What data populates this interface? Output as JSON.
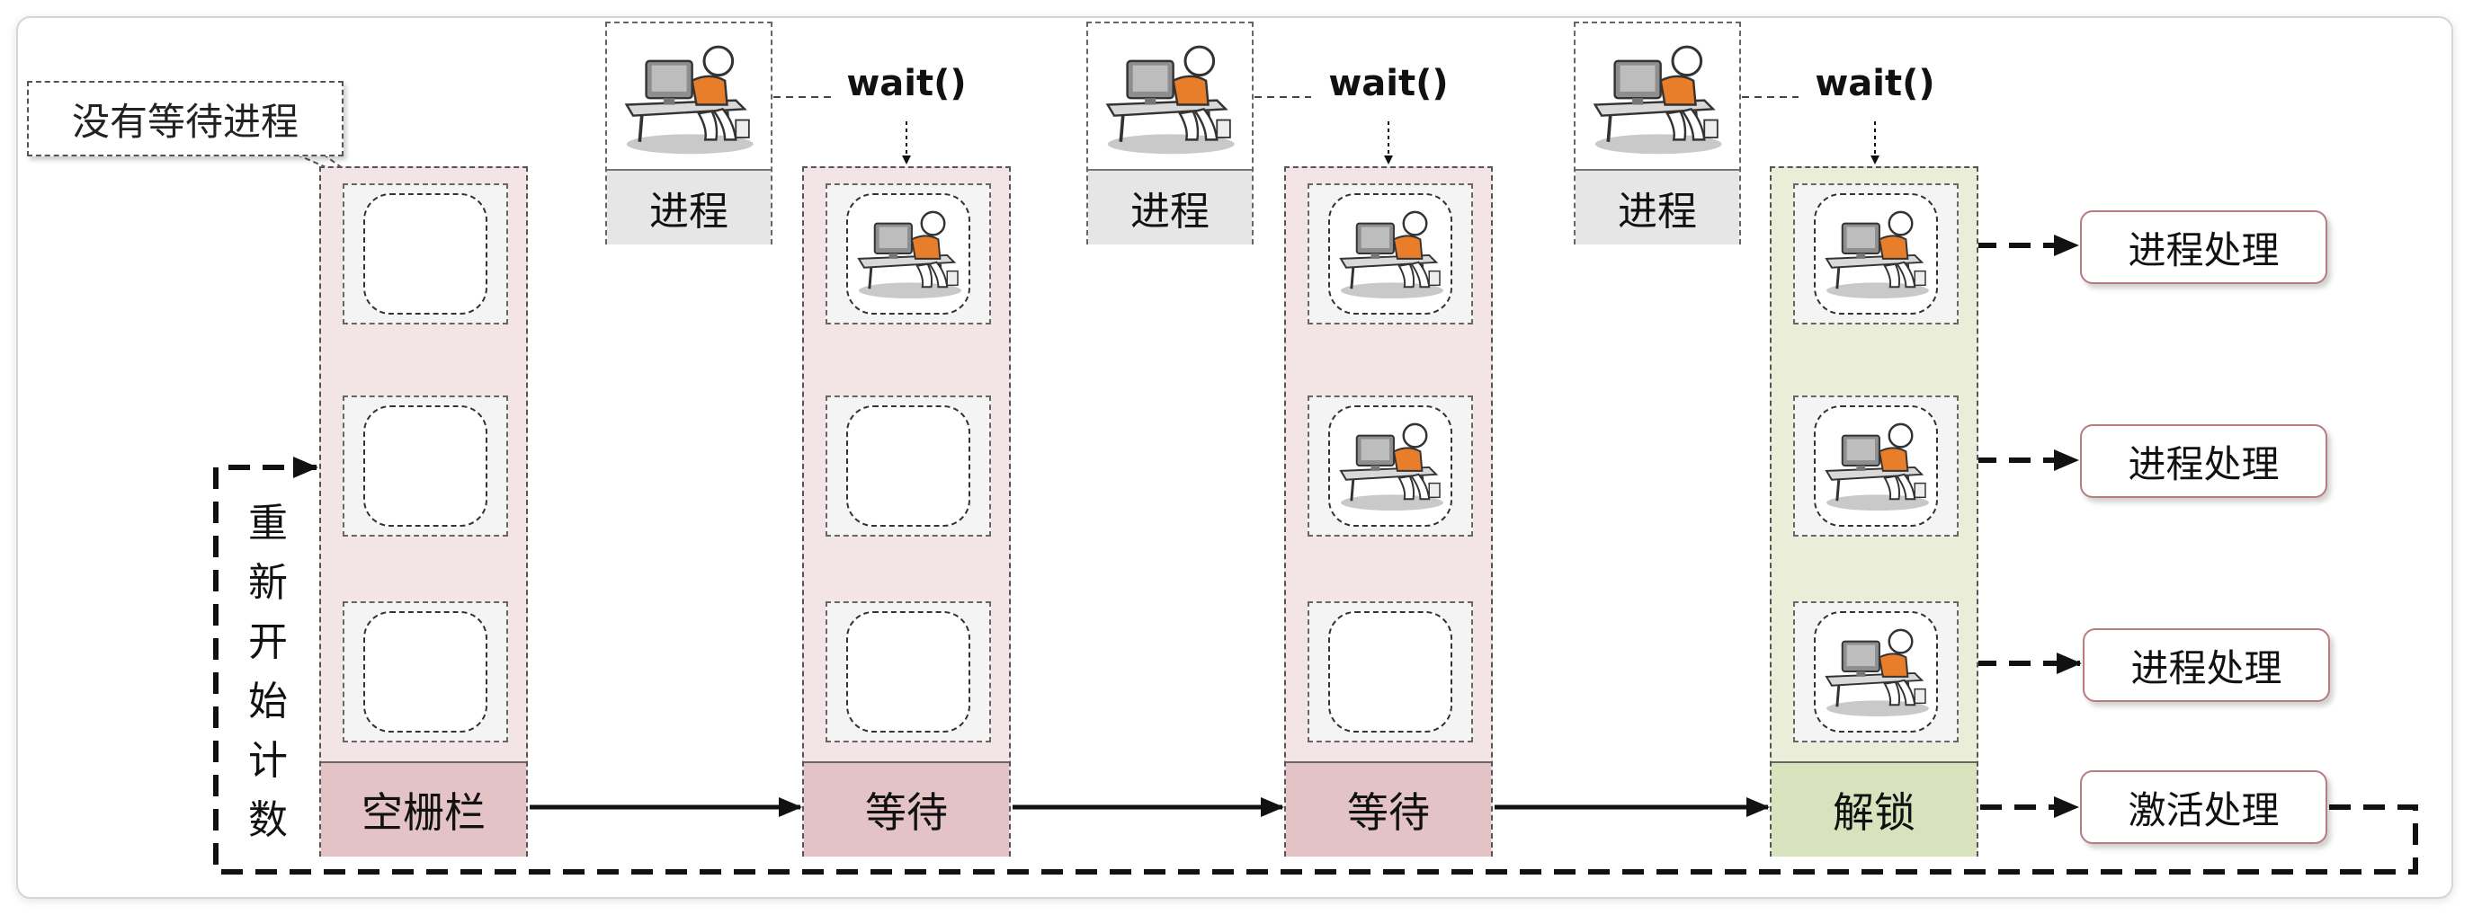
{
  "note": {
    "text": "没有等待进程"
  },
  "restart_label": [
    "重",
    "新",
    "开",
    "始",
    "计",
    "数"
  ],
  "process_label": "进程",
  "wait_label": "wait()",
  "columns": [
    {
      "label": "空栅栏",
      "slots": [
        "empty",
        "empty",
        "empty"
      ]
    },
    {
      "label": "等待",
      "slots": [
        "process",
        "empty",
        "empty"
      ]
    },
    {
      "label": "等待",
      "slots": [
        "process",
        "process",
        "empty"
      ]
    },
    {
      "label": "解锁",
      "slots": [
        "process",
        "process",
        "process"
      ]
    }
  ],
  "handlers": [
    "进程处理",
    "进程处理",
    "进程处理",
    "激活处理"
  ],
  "colors": {
    "barrier_fill": "#f3e5e6",
    "barrier_footer": "#e3c3c6",
    "unlock_fill": "#eaeed9",
    "unlock_footer": "#d8e2bd",
    "handler_border": "#b97a80",
    "worker_shirt": "#e87d2a"
  },
  "icons": {
    "worker": "person-at-computer-icon"
  }
}
